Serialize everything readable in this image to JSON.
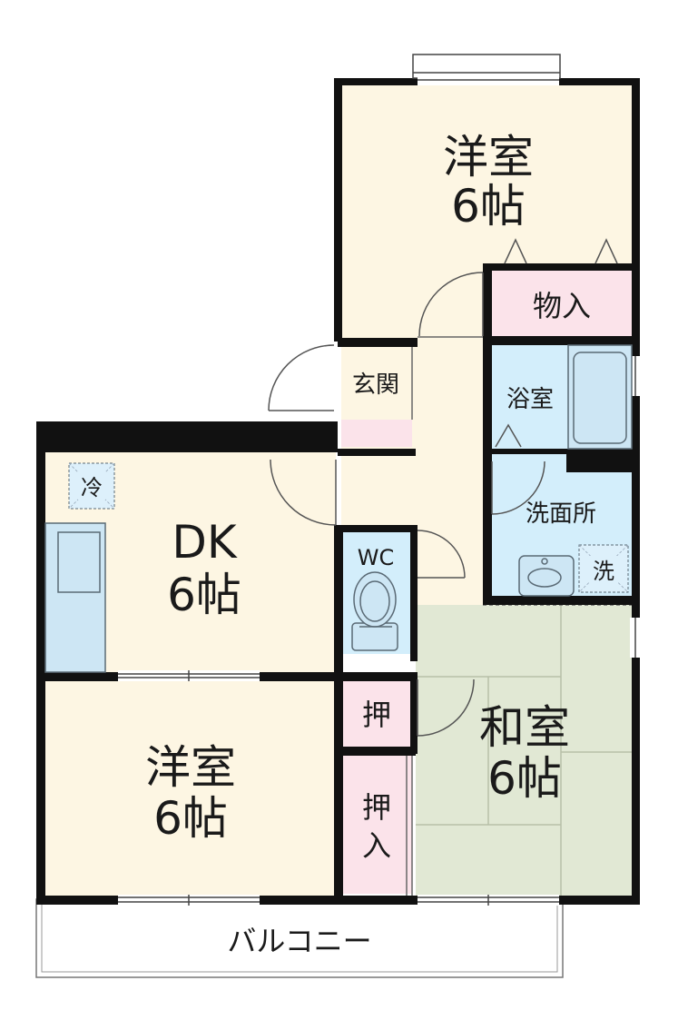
{
  "colors": {
    "wall": "#111111",
    "western_floor": "#fdf6e3",
    "tatami": "#e1e8d4",
    "tatami_line": "#b7bfa8",
    "storage": "#fbe3ea",
    "water": "#d3eefb",
    "fixture": "#cde6f4",
    "fixture_stroke": "#5a6a75",
    "corridor": "#fdf6e3",
    "balcony": "#ffffff",
    "line": "#555555"
  },
  "rooms": {
    "western_top": {
      "name": "洋室",
      "size": "6帖"
    },
    "dk": {
      "name": "DK",
      "size": "6帖"
    },
    "western_bottom": {
      "name": "洋室",
      "size": "6帖"
    },
    "japanese": {
      "name": "和室",
      "size": "6帖"
    },
    "closet_top": {
      "name": "物入"
    },
    "entrance": {
      "name": "玄関"
    },
    "bath": {
      "name": "浴室"
    },
    "washroom": {
      "name": "洗面所"
    },
    "wc": {
      "name": "WC"
    },
    "oshi_small": {
      "name": "押"
    },
    "oshiire_top": {
      "name": "押"
    },
    "oshiire_bottom": {
      "name": "入"
    },
    "balcony": {
      "name": "バルコニー"
    }
  },
  "symbols": {
    "fridge": "冷",
    "washer": "洗"
  },
  "icons": {
    "sink": "kitchen-sink-icon",
    "toilet": "toilet-icon",
    "bathtub": "bathtub-icon",
    "basin": "wash-basin-icon"
  }
}
